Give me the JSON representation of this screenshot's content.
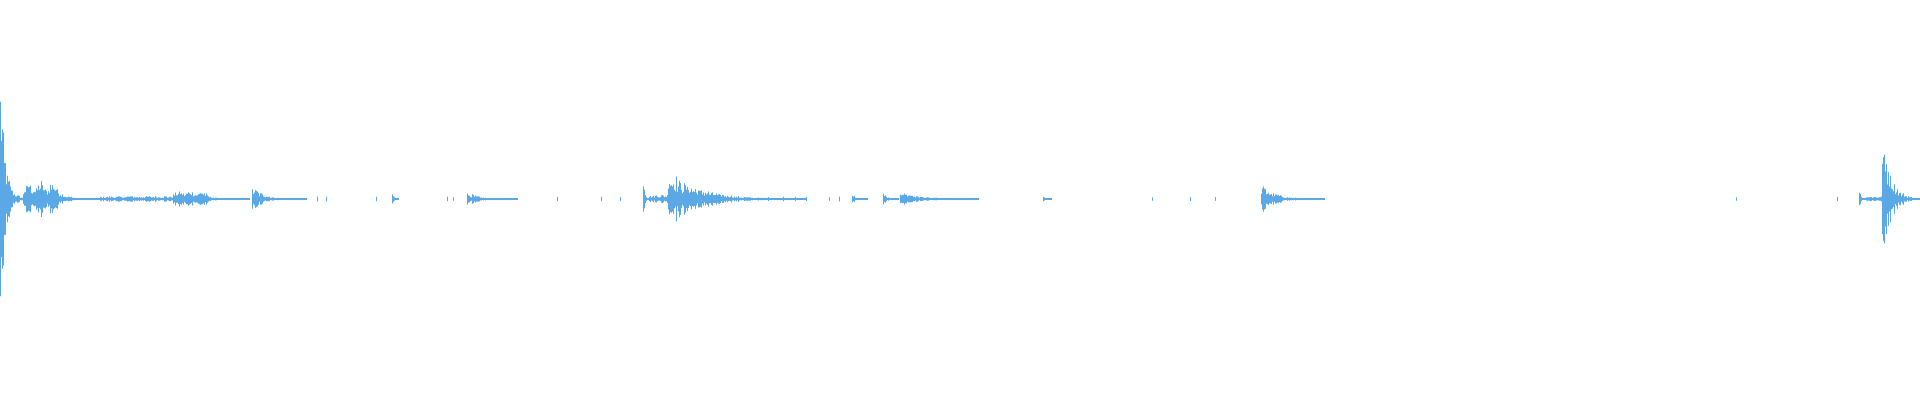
{
  "waveform": {
    "color": "#5aa9e6",
    "background": "#ffffff",
    "segments": [
      {
        "start": 0.0,
        "end": 0.012,
        "peak": 0.7,
        "decay": "exp"
      },
      {
        "start": 0.012,
        "end": 0.03,
        "peak": 0.1,
        "decay": "lumpy"
      },
      {
        "start": 0.03,
        "end": 0.052,
        "peak": 0.05,
        "decay": "exp"
      },
      {
        "start": 0.052,
        "end": 0.09,
        "peak": 0.02,
        "decay": "flat"
      },
      {
        "start": 0.09,
        "end": 0.108,
        "peak": 0.05,
        "decay": "lumpy"
      },
      {
        "start": 0.108,
        "end": 0.13,
        "peak": 0.02,
        "decay": "exp"
      },
      {
        "start": 0.131,
        "end": 0.16,
        "peak": 0.07,
        "decay": "exp"
      },
      {
        "start": 0.204,
        "end": 0.208,
        "peak": 0.04,
        "decay": "exp"
      },
      {
        "start": 0.243,
        "end": 0.27,
        "peak": 0.04,
        "decay": "exp"
      },
      {
        "start": 0.335,
        "end": 0.338,
        "peak": 0.22,
        "decay": "exp"
      },
      {
        "start": 0.338,
        "end": 0.348,
        "peak": 0.03,
        "decay": "flat"
      },
      {
        "start": 0.348,
        "end": 0.42,
        "peak": 0.16,
        "decay": "exp"
      },
      {
        "start": 0.444,
        "end": 0.452,
        "peak": 0.03,
        "decay": "exp"
      },
      {
        "start": 0.46,
        "end": 0.468,
        "peak": 0.04,
        "decay": "exp"
      },
      {
        "start": 0.469,
        "end": 0.51,
        "peak": 0.05,
        "decay": "exp"
      },
      {
        "start": 0.543,
        "end": 0.548,
        "peak": 0.02,
        "decay": "exp"
      },
      {
        "start": 0.657,
        "end": 0.69,
        "peak": 0.08,
        "decay": "exp"
      },
      {
        "start": 0.968,
        "end": 0.972,
        "peak": 0.09,
        "decay": "exp"
      },
      {
        "start": 0.972,
        "end": 0.98,
        "peak": 0.02,
        "decay": "flat"
      },
      {
        "start": 0.98,
        "end": 1.0,
        "peak": 0.4,
        "decay": "exp"
      }
    ],
    "ticks": [
      0.165,
      0.17,
      0.196,
      0.233,
      0.236,
      0.29,
      0.313,
      0.323,
      0.38,
      0.4,
      0.408,
      0.414,
      0.42,
      0.432,
      0.437,
      0.6,
      0.62,
      0.633,
      0.904,
      0.957
    ]
  }
}
